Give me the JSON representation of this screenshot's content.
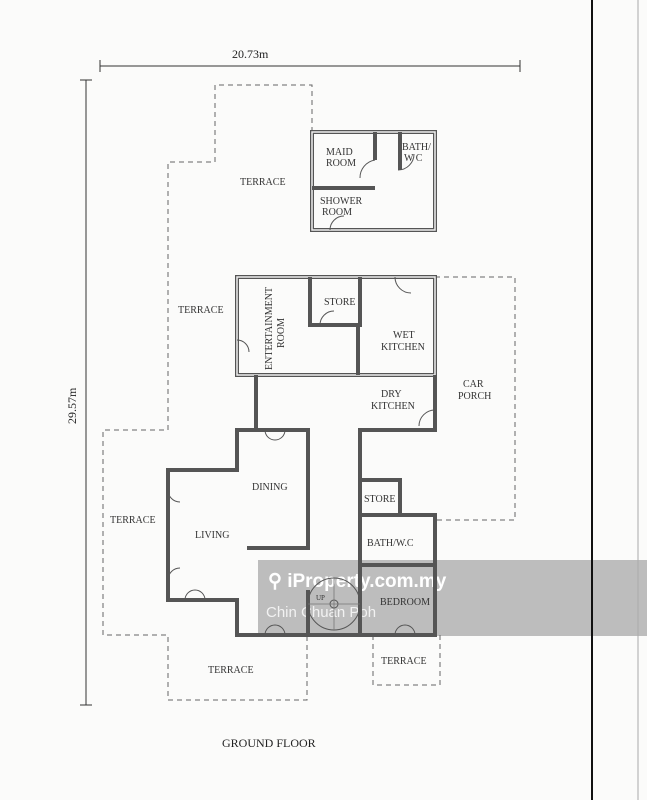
{
  "plan": {
    "title": "GROUND FLOOR",
    "width_dimension": "20.73m",
    "depth_dimension": "29.57m",
    "rooms": {
      "maid_room": [
        "MAID",
        "ROOM"
      ],
      "bath_wc_top": [
        "BATH/",
        "W C"
      ],
      "shower_room": [
        "SHOWER",
        "ROOM"
      ],
      "terrace_top": "TERRACE",
      "terrace_left_upper": "TERRACE",
      "entertainment_room": [
        "ENTERTAINMENT",
        "ROOM"
      ],
      "store_top": "STORE",
      "wet_kitchen": [
        "WET",
        "KITCHEN"
      ],
      "dry_kitchen": [
        "DRY",
        "KITCHEN"
      ],
      "car_porch": [
        "CAR",
        "PORCH"
      ],
      "dining": "DINING",
      "living": "LIVING",
      "terrace_left_lower": "TERRACE",
      "store_bottom": "STORE",
      "bath_wc_bottom": "BATH/W.C",
      "bedroom": "BEDROOM",
      "stair_up": "UP",
      "terrace_bottom": "TERRACE",
      "terrace_bottom_right": "TERRACE"
    }
  },
  "watermark": {
    "logo_icon": "location-pin-icon",
    "site": "iProperty.com.my",
    "agent": "Chin Chuan Poh"
  }
}
